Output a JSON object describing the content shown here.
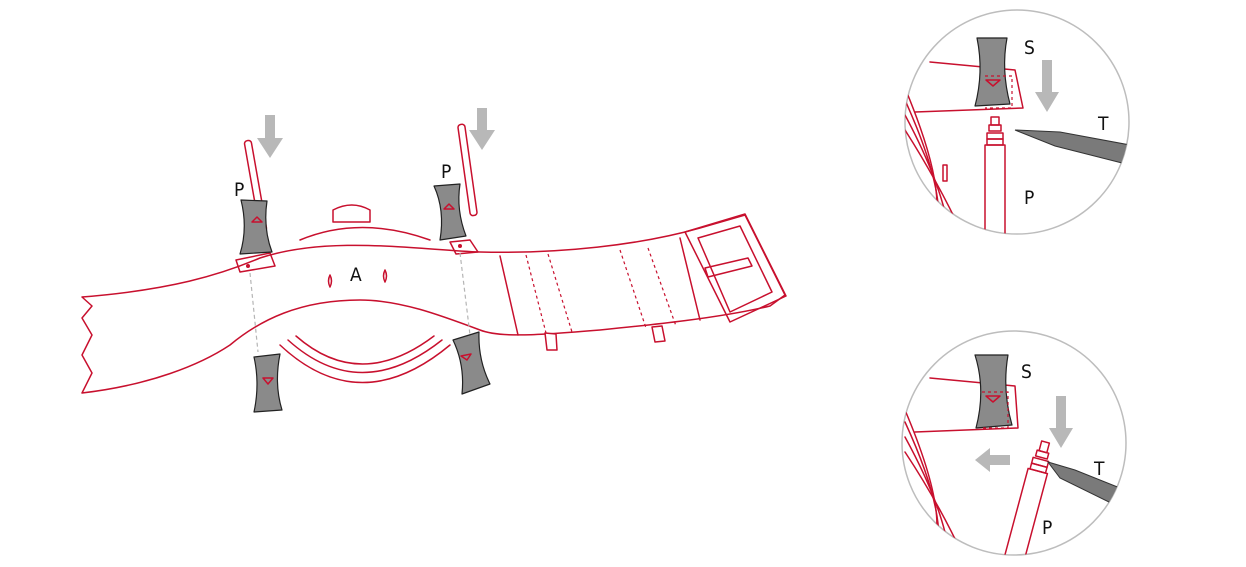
{
  "colors": {
    "strap_red": "#c8102e",
    "spacer_gray": "#8a8a8a",
    "arrow_gray": "#b8b8b8",
    "tool_gray": "#7a7a7a"
  },
  "labels": {
    "pin_left": "P",
    "pin_right": "P",
    "watch_center": "A",
    "detail_top_spacer": "S",
    "detail_top_tool": "T",
    "detail_top_pin": "P",
    "detail_bottom_spacer": "S",
    "detail_bottom_tool": "T",
    "detail_bottom_pin": "P"
  }
}
